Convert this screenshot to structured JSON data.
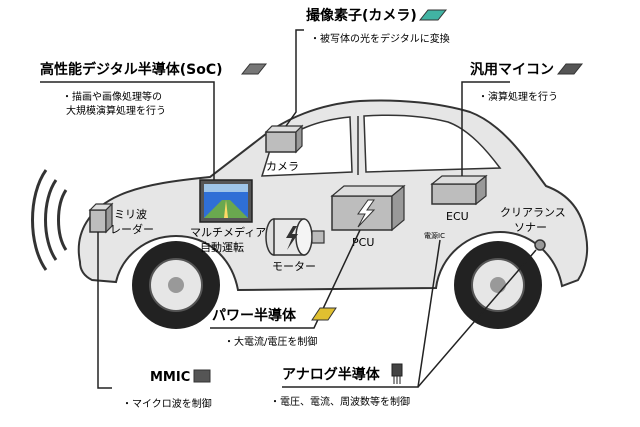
{
  "callouts": {
    "camera_sensor": {
      "title": "撮像素子(カメラ)",
      "desc": "・被写体の光をデジタルに変換"
    },
    "soc": {
      "title": "高性能デジタル半導体(SoC)",
      "desc1": "・描画や画像処理等の",
      "desc2": "大規模演算処理を行う"
    },
    "mcu": {
      "title": "汎用マイコン",
      "desc": "・演算処理を行う"
    },
    "power": {
      "title": "パワー半導体",
      "desc": "・大電流/電圧を制御"
    },
    "mmic": {
      "title": "MMIC",
      "desc": "・マイクロ波を制御"
    },
    "analog": {
      "title": "アナログ半導体",
      "desc": "・電圧、電流、周波数等を制御"
    }
  },
  "components": {
    "camera": "カメラ",
    "radar_line1": "ミリ波",
    "radar_line2": "レーダー",
    "multimedia_line1": "マルチメディア",
    "multimedia_line2": "自動運転",
    "motor": "モーター",
    "pcu": "PCU",
    "ecu": "ECU",
    "sonar_line1": "クリアランス",
    "sonar_line2": "ソナー",
    "small_label": "電源IC"
  },
  "colors": {
    "car_fill": "#e6e6e6",
    "car_stroke": "#333333",
    "window_fill": "#ffffff",
    "tire": "#222222",
    "box_fill": "#bdbdbd",
    "screen_blue": "#2f6fd6",
    "chip_green": "#41b3a3",
    "chip_yellow": "#e0c030",
    "chip_gray": "#777777",
    "line": "#222222"
  }
}
